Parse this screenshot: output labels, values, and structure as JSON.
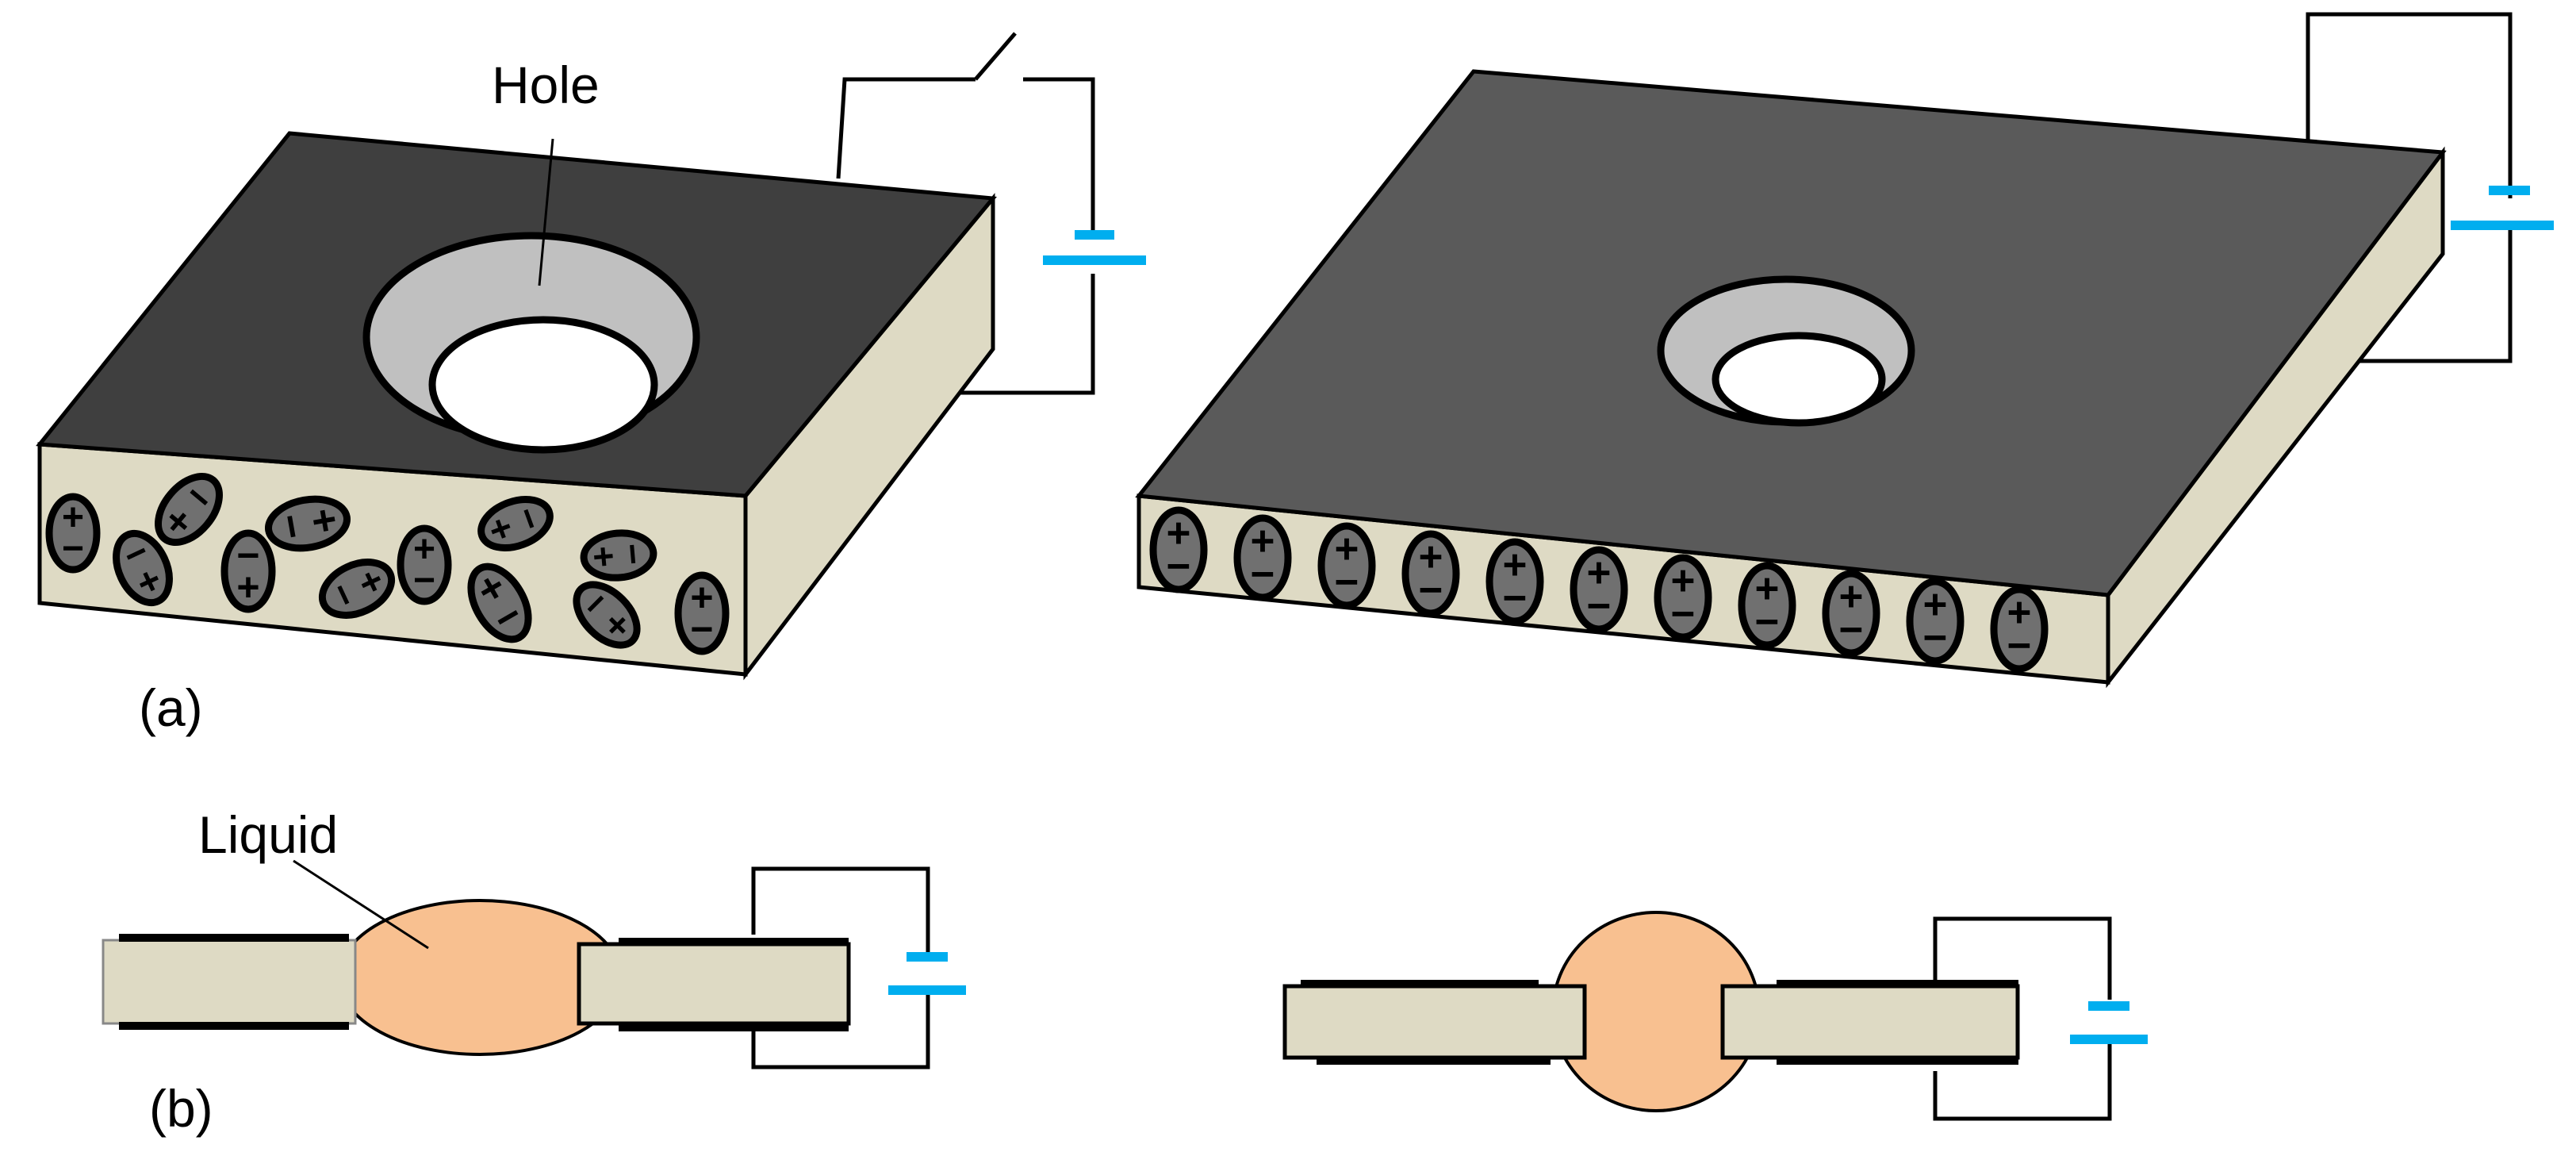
{
  "labels": {
    "hole": "Hole",
    "liquid": "Liquid",
    "panel_a": "(a)",
    "panel_b": "(b)"
  },
  "charge_symbols": {
    "plus": "+",
    "minus": "−"
  },
  "colors": {
    "plate_top_left": "#3f3f3f",
    "plate_top_right": "#5a5a5a",
    "plate_side": "#dedac4",
    "hole_ring": "#c0c0c0",
    "hole_opening": "#ffffff",
    "dipole": "#707070",
    "liquid": "#f8c090",
    "battery": "#00aeef",
    "wire": "#000000"
  },
  "panel_a": {
    "left": {
      "switch_state": "open",
      "dipole_alignment": "random",
      "dipole_count": 12
    },
    "right": {
      "dipole_alignment": "aligned",
      "dipole_count": 11
    }
  },
  "panel_b": {
    "left": {
      "droplet_shape": "flattened"
    },
    "right": {
      "droplet_shape": "round"
    }
  }
}
